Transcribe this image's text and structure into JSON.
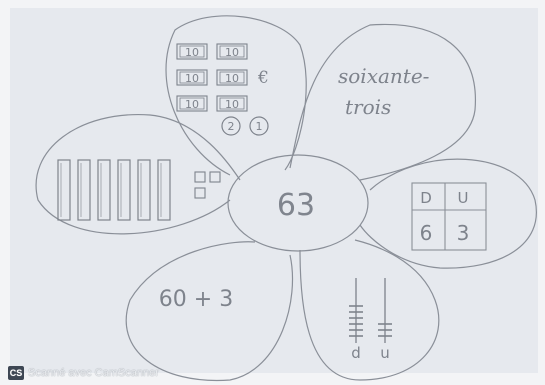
{
  "photo": {
    "paper_color": "#e6e9ee",
    "pencil_color": "#7e838c"
  },
  "center": {
    "number": "63"
  },
  "top_left_petal": {
    "banknote_labels": [
      "10",
      "10",
      "10",
      "10",
      "10",
      "10"
    ],
    "currency_symbol": "€",
    "coin_labels": [
      "2",
      "1"
    ]
  },
  "top_right_petal": {
    "word_line1": "soixante-",
    "word_line2": "trois"
  },
  "left_petal": {
    "tens_bars": 6,
    "unit_squares": 3
  },
  "right_petal": {
    "table_headers": [
      "D",
      "U"
    ],
    "table_values": [
      "6",
      "3"
    ]
  },
  "bottom_left_petal": {
    "expression": "60 + 3"
  },
  "bottom_right_petal": {
    "abacus_labels": [
      "d",
      "u"
    ],
    "abacus_counts": [
      6,
      3
    ]
  },
  "watermark": {
    "logo_text": "CS",
    "text": "Scanné avec CamScanner"
  }
}
